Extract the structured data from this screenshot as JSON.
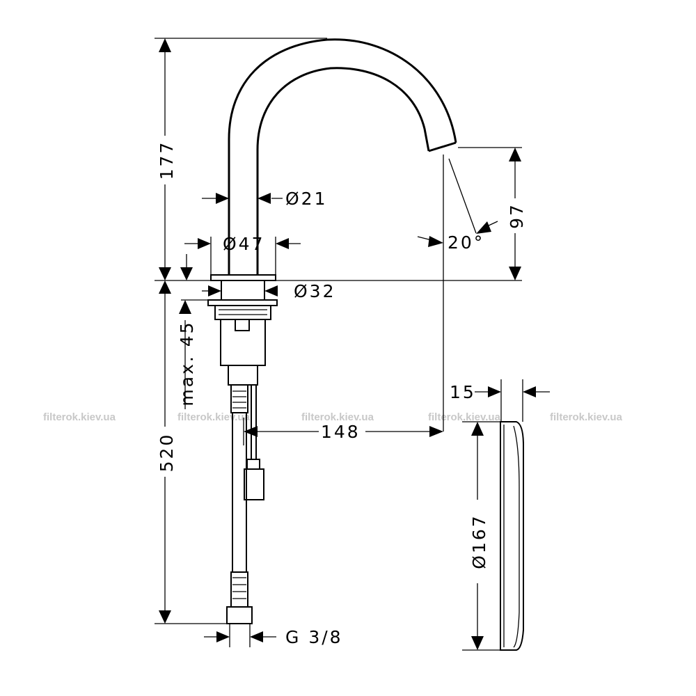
{
  "dimensions": {
    "height_above_deck": "177",
    "spout_height": "97",
    "spout_angle": "20°",
    "spout_pipe_diameter": "Ø21",
    "base_diameter": "Ø47",
    "shank_diameter": "Ø32",
    "max_deck_thickness": "max. 45",
    "length_below_deck": "520",
    "projection": "148",
    "thread": "G 3/8",
    "cover_thickness": "15",
    "cover_diameter": "Ø167"
  },
  "watermarks": [
    "filterok.kiev.ua",
    "filterok.kiev.ua",
    "filterok.kiev.ua",
    "filterok.kiev.ua",
    "filterok.kiev.ua"
  ]
}
